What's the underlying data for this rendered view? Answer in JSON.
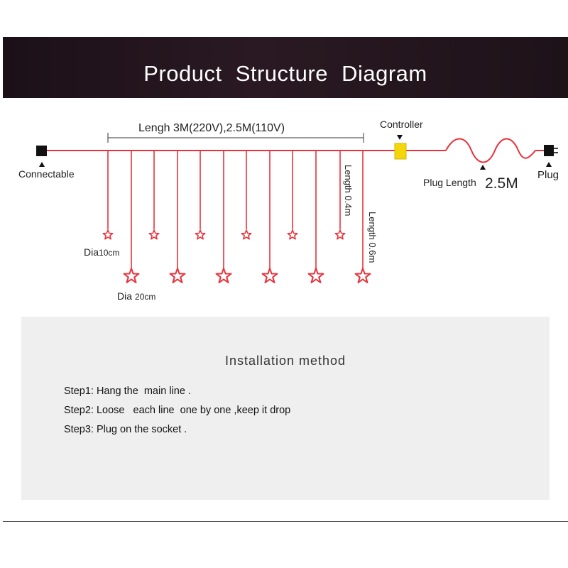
{
  "header": {
    "title": "Product  Structure  Diagram"
  },
  "diagram": {
    "length_label": "Lengh  3M(220V),2.5M(110V)",
    "controller_label": "Controller",
    "connectable_label": "Connectable",
    "plug_length_prefix": "Plug  Length",
    "plug_length_value": "2.5M",
    "plug_label": "Plug",
    "short_drop_label": "Length 0.4m",
    "long_drop_label": "Length 0.6m",
    "small_star_prefix": "Dia",
    "small_star_size": "10cm",
    "large_star_prefix": "Dia",
    "large_star_size": "20cm",
    "colors": {
      "wire": "#e8323c",
      "controller": "#f5d60a",
      "star": "#e8323c"
    }
  },
  "installation": {
    "title": "Installation method",
    "steps": [
      "Step1: Hang the  main line .",
      "Step2: Loose   each line  one by one ,keep it drop",
      "Step3: Plug on the socket ."
    ]
  }
}
